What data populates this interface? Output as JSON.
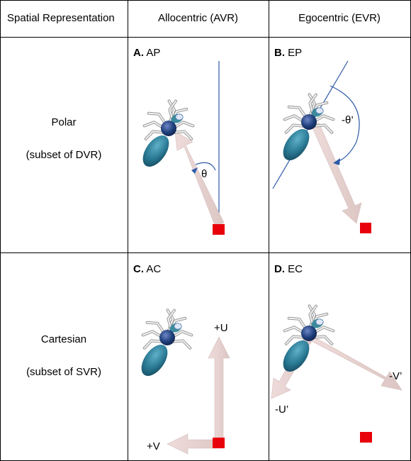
{
  "header": {
    "col1": "Spatial Representation",
    "col2": "Allocentric (AVR)",
    "col3": "Egocentric (EVR)"
  },
  "rows": [
    {
      "title": "Polar",
      "subtitle": "(subset of DVR)"
    },
    {
      "title": "Cartesian",
      "subtitle": "(subset of SVR)"
    }
  ],
  "panels": {
    "A": {
      "letter": "A.",
      "name": "AP",
      "angle_label": "θ"
    },
    "B": {
      "letter": "B.",
      "name": "EP",
      "angle_label": "-θ’"
    },
    "C": {
      "letter": "C.",
      "name": "AC",
      "u_label": "+U",
      "v_label": "+V"
    },
    "D": {
      "letter": "D.",
      "name": "EC",
      "u_label": "-U’",
      "v_label": "-V’"
    }
  },
  "colors": {
    "target": "#e8000b",
    "arrow": "#e8d2d0",
    "heading_line": "#2e5aa8",
    "fly_body": "#2b7a95",
    "fly_head": "#1f3f7a",
    "leg": "#d8d8d8"
  }
}
